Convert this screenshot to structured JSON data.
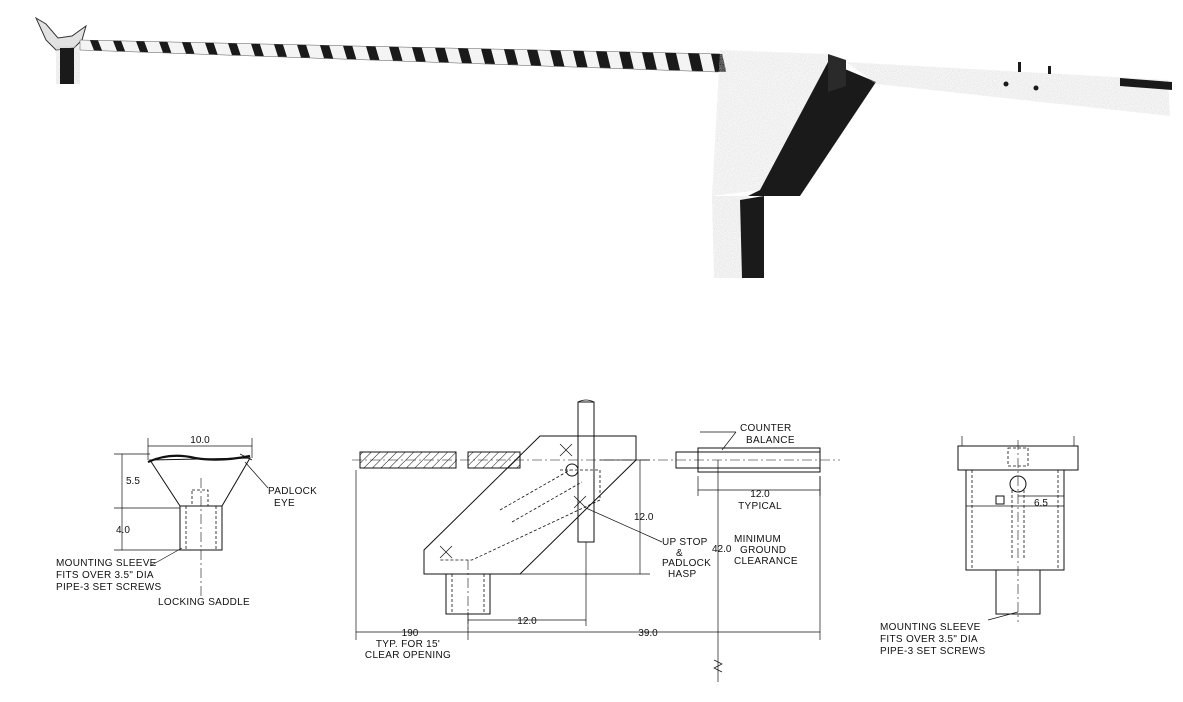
{
  "colors": {
    "ink": "#111111",
    "paper": "#ffffff",
    "shade": "#1a1a1a",
    "speckle": "#9a9a9a"
  },
  "left_view": {
    "dim_top": "10.0",
    "dim_upper": "5.5",
    "dim_lower": "4.0",
    "padlock_eye": [
      "PADLOCK",
      "EYE"
    ],
    "mounting_sleeve": [
      "MOUNTING SLEEVE",
      "FITS OVER 3.5\" DIA",
      "PIPE-3 SET SCREWS"
    ],
    "locking_saddle": "LOCKING SADDLE"
  },
  "center_view": {
    "counter_balance": [
      "COUNTER",
      "BALANCE"
    ],
    "dim_typical": "12.0",
    "typical": "TYPICAL",
    "dim_vertical": "12.0",
    "up_stop": [
      "UP STOP",
      "&",
      "PADLOCK",
      "HASP"
    ],
    "dim_ground": "42.0",
    "ground_clearance": [
      "MINIMUM",
      "GROUND",
      "CLEARANCE"
    ],
    "dim_190": "190",
    "typ_opening": [
      "TYP. FOR 15'",
      "CLEAR OPENING"
    ],
    "dim_12_bottom": "12.0",
    "dim_39": "39.0"
  },
  "right_view": {
    "dim_65": "6.5",
    "mounting_sleeve": [
      "MOUNTING SLEEVE",
      "FITS OVER 3.5\" DIA",
      "PIPE-3 SET SCREWS"
    ]
  }
}
